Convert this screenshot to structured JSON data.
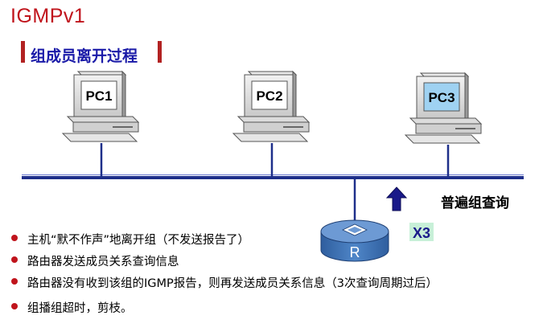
{
  "title": "IGMPv1",
  "subtitle": "组成员离开过程",
  "pcs": [
    {
      "label": "PC1",
      "highlight": false
    },
    {
      "label": "PC2",
      "highlight": false
    },
    {
      "label": "PC3",
      "highlight": true
    }
  ],
  "query_label": "普遍组查询",
  "multiplier": "X3",
  "router_label": "R",
  "bullets": [
    "主机“默不作声”地离开组（不发送报告了）",
    "路由器发送成员关系查询信息",
    "路由器没有收到该组的IGMP报告，则再发送成员关系信息（3次查询周期过后）",
    "组播组超时，剪枝。"
  ],
  "colors": {
    "title": "#c0141c",
    "subtitle": "#1a1aa8",
    "bus": "#1e2f8a",
    "pc3_screen": "#9fd2f2",
    "router": "#3b6fb6",
    "arrow": "#1a1a8a",
    "multiplier_bg": "#c8f0d8",
    "multiplier_text": "#1a1a8a"
  },
  "icons": [
    "pc-icon",
    "router-icon",
    "up-arrow-icon"
  ]
}
